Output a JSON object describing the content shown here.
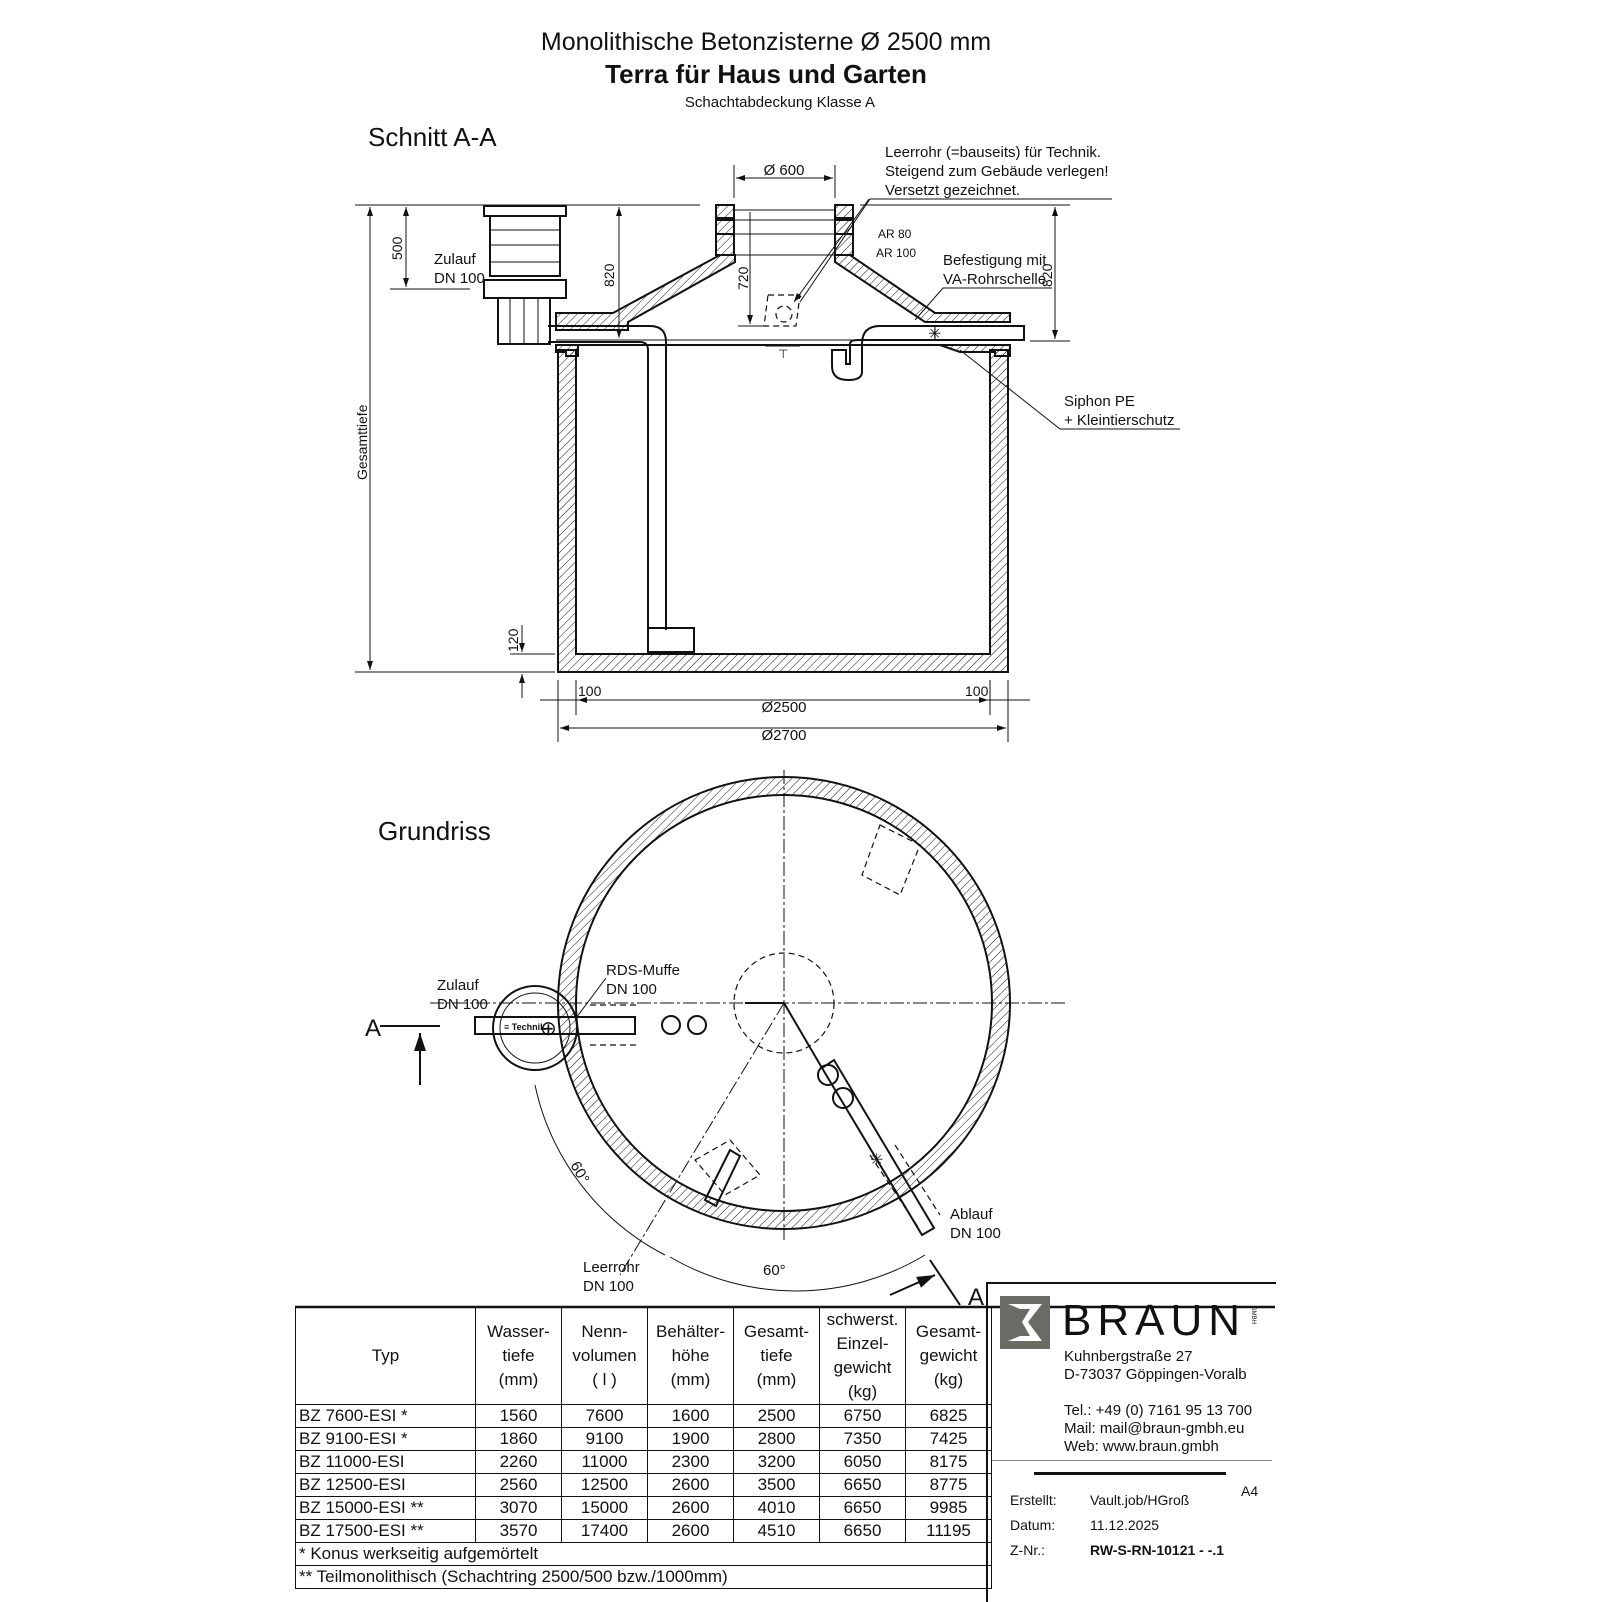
{
  "header": {
    "title": "Monolithische Betonzisterne Ø 2500 mm",
    "subtitle": "Terra für Haus und Garten",
    "note": "Schachtabdeckung Klasse A"
  },
  "section": {
    "title": "Schnitt A-A",
    "labels": {
      "leerrohr_note": [
        "Leerrohr (=bauseits) für Technik.",
        "Steigend zum Gebäude verlegen!",
        "Versetzt gezeichnet."
      ],
      "zulauf": [
        "Zulauf",
        "DN 100"
      ],
      "befestigung": [
        "Befestigung mit",
        "VA-Rohrschelle"
      ],
      "siphon": [
        "Siphon PE",
        "+ Kleintierschutz"
      ],
      "ar80": "AR 80",
      "ar100": "AR 100",
      "gesamttiefe": "Gesamttiefe"
    },
    "dimensions": {
      "d600": "Ø 600",
      "h500": "500",
      "h820_left": "820",
      "h720": "720",
      "h820_right": "820",
      "h120": "120",
      "w100_left": "100",
      "d2500": "Ø2500",
      "w100_right": "100",
      "d2700": "Ø2700"
    }
  },
  "plan": {
    "title": "Grundriss",
    "labels": {
      "zulauf": [
        "Zulauf",
        "DN 100"
      ],
      "rds": [
        "RDS-Muffe",
        "DN 100"
      ],
      "ablauf": [
        "Ablauf",
        "DN 100"
      ],
      "leerrohr": [
        "Leerrohr",
        "DN 100"
      ],
      "angle1": "60°",
      "angle2": "60°",
      "sectionA_left": "A",
      "sectionA_right": "A"
    }
  },
  "table": {
    "headers": [
      [
        "Typ"
      ],
      [
        "Wasser-",
        "tiefe",
        "(mm)"
      ],
      [
        "Nenn-",
        "volumen",
        "( l )"
      ],
      [
        "Behälter-",
        "höhe",
        "(mm)"
      ],
      [
        "Gesamt-",
        "tiefe",
        "(mm)"
      ],
      [
        "schwerst.",
        "Einzel-",
        "gewicht",
        "(kg)"
      ],
      [
        "Gesamt-",
        "gewicht",
        "(kg)"
      ]
    ],
    "rows": [
      [
        "BZ 7600-ESI *",
        "1560",
        "7600",
        "1600",
        "2500",
        "6750",
        "6825"
      ],
      [
        "BZ 9100-ESI *",
        "1860",
        "9100",
        "1900",
        "2800",
        "7350",
        "7425"
      ],
      [
        "BZ 11000-ESI",
        "2260",
        "11000",
        "2300",
        "3200",
        "6050",
        "8175"
      ],
      [
        "BZ 12500-ESI",
        "2560",
        "12500",
        "2600",
        "3500",
        "6650",
        "8775"
      ],
      [
        "BZ 15000-ESI **",
        "3070",
        "15000",
        "2600",
        "4010",
        "6650",
        "9985"
      ],
      [
        "BZ 17500-ESI **",
        "3570",
        "17400",
        "2600",
        "4510",
        "6650",
        "11195"
      ]
    ],
    "footnotes": [
      "* Konus werkseitig aufgemörtelt",
      "** Teilmonolithisch (Schachtring 2500/500 bzw./1000mm)"
    ]
  },
  "titleblock": {
    "brand": "BRAUN",
    "brand_suffix": "GMBH",
    "street": "Kuhnbergstraße 27",
    "city": "D-73037 Göppingen-Voralb",
    "tel": "Tel.:  +49 (0) 7161 95 13 700",
    "mail": "Mail: mail@braun-gmbh.eu",
    "web": "Web: www.braun.gmbh",
    "format": "A4",
    "erstellt_label": "Erstellt:",
    "erstellt": "Vault.job/HGroß",
    "datum_label": "Datum:",
    "datum": "11.12.2025",
    "znr_label": "Z-Nr.:",
    "znr": "RW-S-RN-10121 - -.1"
  }
}
